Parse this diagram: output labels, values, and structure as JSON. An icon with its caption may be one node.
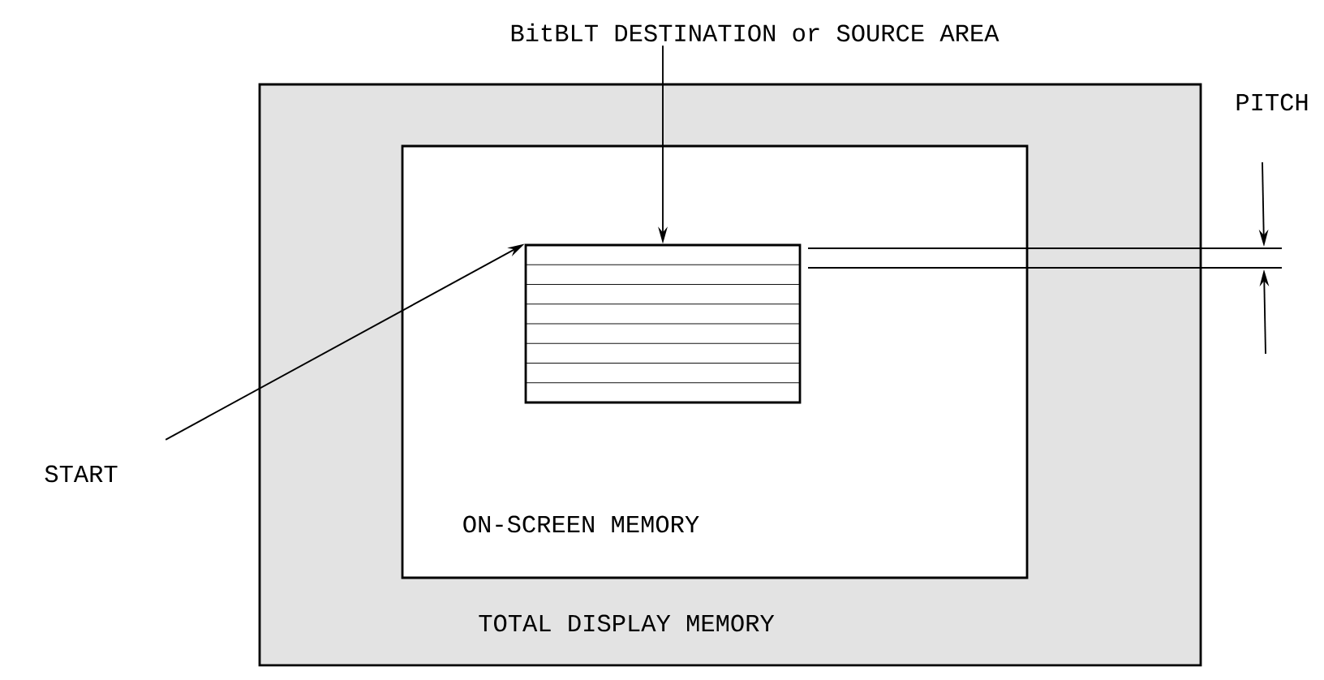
{
  "diagram": {
    "nodes": [
      {
        "text": [
          "TOTAL DISPLAY MEMORY"
        ]
      },
      {
        "text": [
          "ON-SCREEN MEMORY"
        ],
        "in": 0
      },
      {
        "text": [],
        "shape": "box",
        "in": 1
      },
      {
        "text": [
          "BitBLT DESTINATION or SOURCE AREA"
        ]
      },
      {
        "text": [
          "START"
        ]
      }
    ],
    "edges": [
      {
        "from": 3,
        "to": 2,
        "arrow": "to"
      },
      {
        "from": 4,
        "to": 2,
        "arrow": "to"
      }
    ],
    "labels": [
      "PITCH"
    ]
  }
}
